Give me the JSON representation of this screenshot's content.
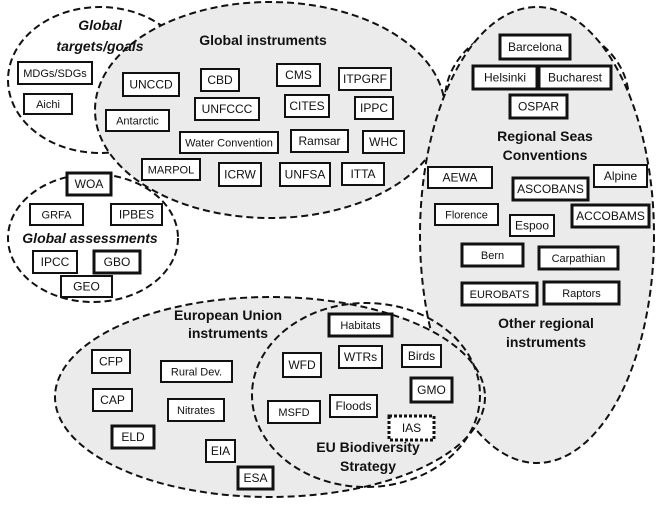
{
  "colors": {
    "group_fill": "#ebebeb",
    "outline": "#111111",
    "box_fill": "#ffffff"
  },
  "groups": [
    {
      "id": "global-targets",
      "lines": [
        "Global",
        "targets/goals"
      ],
      "italic": true,
      "fill": false
    },
    {
      "id": "global-instruments",
      "lines": [
        "Global instruments"
      ],
      "italic": false,
      "fill": true
    },
    {
      "id": "global-assessments",
      "lines": [
        "Global assessments"
      ],
      "italic": true,
      "fill": false
    },
    {
      "id": "regional-seas",
      "lines": [
        "Regional Seas",
        "Conventions"
      ],
      "italic": false,
      "fill": false
    },
    {
      "id": "other-regional",
      "lines": [
        "Other regional",
        "instruments"
      ],
      "italic": false,
      "fill": true
    },
    {
      "id": "eu-instruments",
      "lines": [
        "European Union",
        "instruments"
      ],
      "italic": false,
      "fill": true
    },
    {
      "id": "eu-biodiversity",
      "lines": [
        "EU Biodiversity",
        "Strategy"
      ],
      "italic": false,
      "fill": false
    }
  ],
  "boxes": [
    {
      "label": "MDGs/SDGs"
    },
    {
      "label": "Aichi"
    },
    {
      "label": "UNCCD"
    },
    {
      "label": "CBD"
    },
    {
      "label": "CMS"
    },
    {
      "label": "ITPGRF"
    },
    {
      "label": "Antarctic"
    },
    {
      "label": "UNFCCC"
    },
    {
      "label": "CITES"
    },
    {
      "label": "IPPC"
    },
    {
      "label": "Water Convention"
    },
    {
      "label": "Ramsar"
    },
    {
      "label": "WHC"
    },
    {
      "label": "MARPOL"
    },
    {
      "label": "ICRW"
    },
    {
      "label": "UNFSA"
    },
    {
      "label": "ITTA"
    },
    {
      "label": "WOA"
    },
    {
      "label": "GRFA"
    },
    {
      "label": "IPBES"
    },
    {
      "label": "IPCC"
    },
    {
      "label": "GBO"
    },
    {
      "label": "GEO"
    },
    {
      "label": "Barcelona"
    },
    {
      "label": "Helsinki"
    },
    {
      "label": "Bucharest"
    },
    {
      "label": "OSPAR"
    },
    {
      "label": "AEWA"
    },
    {
      "label": "ASCOBANS"
    },
    {
      "label": "Alpine"
    },
    {
      "label": "Florence"
    },
    {
      "label": "Espoo"
    },
    {
      "label": "ACCOBAMS"
    },
    {
      "label": "Bern"
    },
    {
      "label": "Carpathian"
    },
    {
      "label": "EUROBATS"
    },
    {
      "label": "Raptors"
    },
    {
      "label": "CFP"
    },
    {
      "label": "Rural Dev."
    },
    {
      "label": "CAP"
    },
    {
      "label": "Nitrates"
    },
    {
      "label": "ELD"
    },
    {
      "label": "EIA"
    },
    {
      "label": "ESA"
    },
    {
      "label": "Habitats"
    },
    {
      "label": "WFD"
    },
    {
      "label": "WTRs"
    },
    {
      "label": "Birds"
    },
    {
      "label": "GMO"
    },
    {
      "label": "MSFD"
    },
    {
      "label": "Floods"
    },
    {
      "label": "IAS"
    }
  ]
}
